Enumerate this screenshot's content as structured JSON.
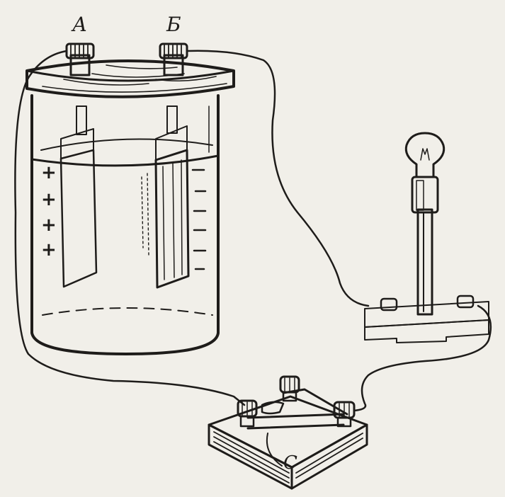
{
  "labels": {
    "terminal_a": "А",
    "terminal_b": "Б",
    "key": "С"
  },
  "plus_signs": [
    "+",
    "+",
    "+",
    "+",
    "+"
  ],
  "colors": {
    "paper": "#f1efe9",
    "ink": "#1e1c1a",
    "electrode_dark": "#3a3633",
    "electrode_light": "#e8e6e0"
  }
}
